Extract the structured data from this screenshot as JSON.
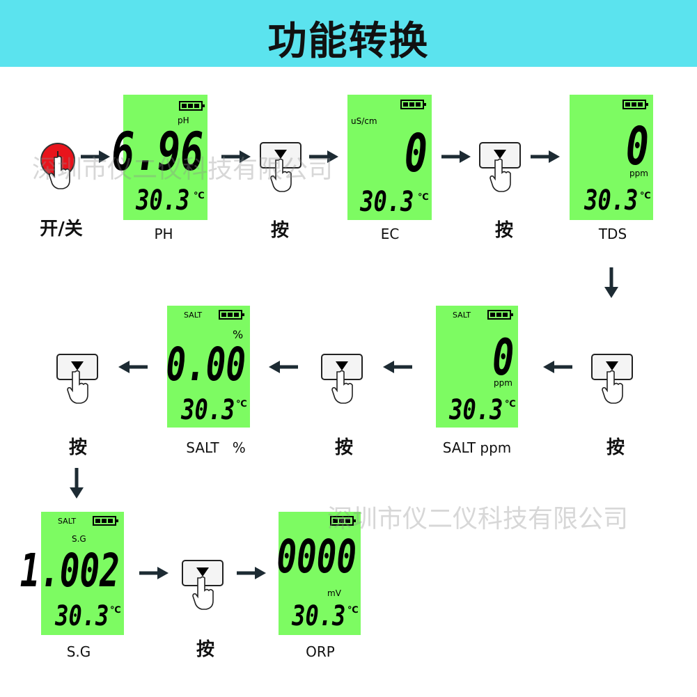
{
  "header": {
    "title": "功能转换"
  },
  "labels": {
    "onoff": "开/关",
    "ph": "PH",
    "ec": "EC",
    "tds": "TDS",
    "salt_pct": "SALT   %",
    "salt_ppm": "SALT ppm",
    "sg": "S.G",
    "orp": "ORP",
    "press": "按"
  },
  "screens": {
    "ph": {
      "mode": "pH",
      "value": "6.96",
      "temp": "30.3",
      "temp_unit": "℃"
    },
    "ec": {
      "mode": "uS/cm",
      "value": "0",
      "temp": "30.3",
      "temp_unit": "℃"
    },
    "tds": {
      "value": "0",
      "unit": "ppm",
      "temp": "30.3",
      "temp_unit": "℃"
    },
    "salt_ppm": {
      "mode": "SALT",
      "value": "0",
      "unit": "ppm",
      "temp": "30.3",
      "temp_unit": "℃"
    },
    "salt_pct": {
      "mode": "SALT",
      "value": "0.00",
      "unit": "%",
      "temp": "30.3",
      "temp_unit": "℃"
    },
    "sg": {
      "mode": "SALT",
      "mode2": "S.G",
      "value": "1.002",
      "temp": "30.3",
      "temp_unit": "℃"
    },
    "orp": {
      "value": "0000",
      "unit": "mV",
      "temp": "30.3",
      "temp_unit": "℃"
    }
  },
  "watermark": "深圳市仪二仪科技有限公司",
  "colors": {
    "header": "#5be3ee",
    "lcd": "#7dfb62",
    "power": "#e8141c"
  }
}
